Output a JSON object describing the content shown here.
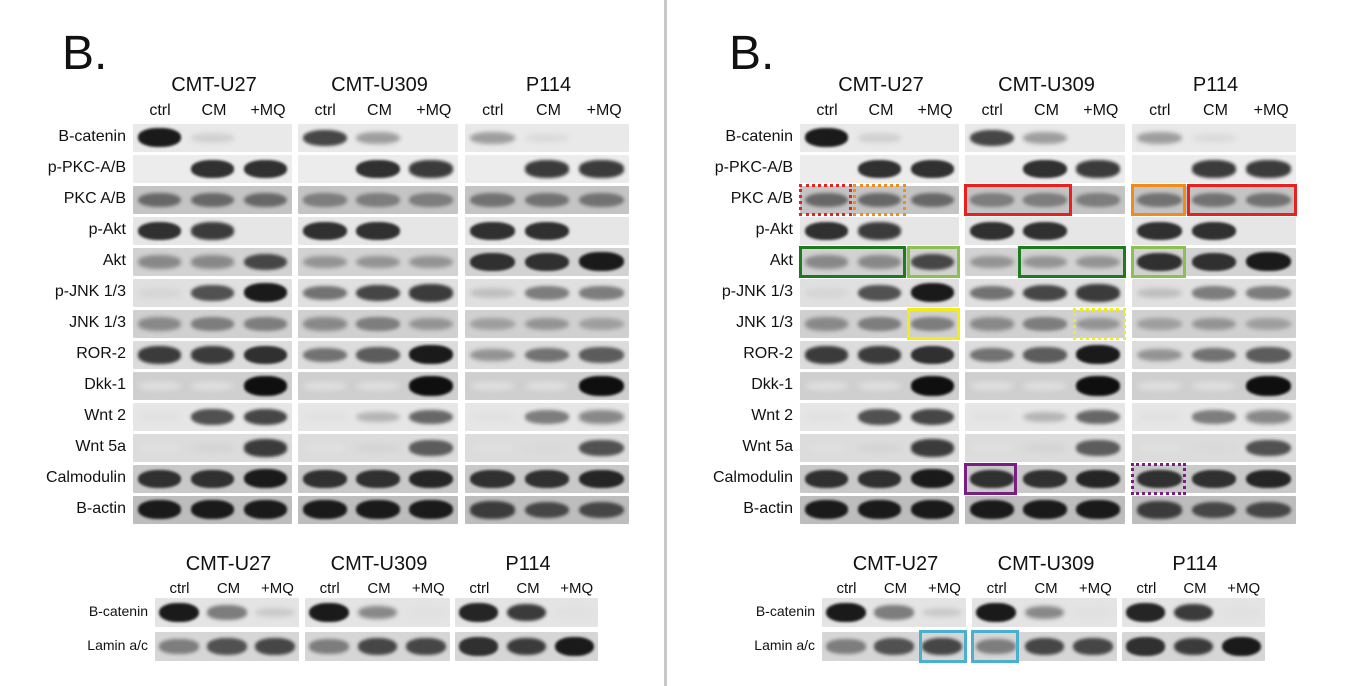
{
  "panel_letter": "B.",
  "cell_lines": [
    "CMT-U27",
    "CMT-U309",
    "P114"
  ],
  "lanes": [
    "ctrl",
    "CM",
    "+MQ"
  ],
  "rows": [
    {
      "label": "B-catenin",
      "bg": "#e9e9e9",
      "bands": [
        [
          0.95,
          0.12,
          0.02
        ],
        [
          0.75,
          0.35,
          0.02
        ],
        [
          0.35,
          0.08,
          0.02
        ]
      ]
    },
    {
      "label": "p-PKC-A/B",
      "bg": "#ececec",
      "bands": [
        [
          0.03,
          0.85,
          0.85
        ],
        [
          0.02,
          0.85,
          0.8
        ],
        [
          0.02,
          0.8,
          0.8
        ]
      ]
    },
    {
      "label": "PKC A/B",
      "bg": "#c4c4c4",
      "bands": [
        [
          0.6,
          0.6,
          0.6
        ],
        [
          0.5,
          0.5,
          0.5
        ],
        [
          0.55,
          0.55,
          0.55
        ]
      ]
    },
    {
      "label": "p-Akt",
      "bg": "#e6e6e6",
      "bands": [
        [
          0.85,
          0.8,
          0.03
        ],
        [
          0.85,
          0.85,
          0.03
        ],
        [
          0.85,
          0.85,
          0.03
        ]
      ]
    },
    {
      "label": "Akt",
      "bg": "#d2d2d2",
      "bands": [
        [
          0.45,
          0.45,
          0.75
        ],
        [
          0.4,
          0.4,
          0.4
        ],
        [
          0.85,
          0.85,
          0.95
        ]
      ]
    },
    {
      "label": "p-JNK 1/3",
      "bg": "#e0e0e0",
      "bands": [
        [
          0.1,
          0.7,
          0.95
        ],
        [
          0.55,
          0.75,
          0.8
        ],
        [
          0.2,
          0.5,
          0.5
        ]
      ]
    },
    {
      "label": "JNK 1/3",
      "bg": "#d0d0d0",
      "bands": [
        [
          0.45,
          0.5,
          0.5
        ],
        [
          0.45,
          0.5,
          0.4
        ],
        [
          0.35,
          0.4,
          0.35
        ]
      ]
    },
    {
      "label": "ROR-2",
      "bg": "#dcdcdc",
      "bands": [
        [
          0.8,
          0.8,
          0.85
        ],
        [
          0.55,
          0.65,
          0.95
        ],
        [
          0.4,
          0.55,
          0.65
        ]
      ]
    },
    {
      "label": "Dkk-1",
      "bg": "#cfcfcf",
      "bands": [
        [
          0.05,
          0.05,
          1.0
        ],
        [
          0.05,
          0.05,
          1.0
        ],
        [
          0.05,
          0.05,
          1.0
        ]
      ]
    },
    {
      "label": "Wnt 2",
      "bg": "#e6e6e6",
      "bands": [
        [
          0.05,
          0.7,
          0.75
        ],
        [
          0.05,
          0.25,
          0.6
        ],
        [
          0.05,
          0.5,
          0.45
        ]
      ]
    },
    {
      "label": "Wnt 5a",
      "bg": "#dcdcdc",
      "bands": [
        [
          0.05,
          0.1,
          0.8
        ],
        [
          0.05,
          0.1,
          0.65
        ],
        [
          0.05,
          0.08,
          0.7
        ]
      ]
    },
    {
      "label": "Calmodulin",
      "bg": "#c9c9c9",
      "bands": [
        [
          0.85,
          0.85,
          0.95
        ],
        [
          0.85,
          0.85,
          0.9
        ],
        [
          0.85,
          0.85,
          0.9
        ]
      ]
    },
    {
      "label": "B-actin",
      "bg": "#bdbdbd",
      "bands": [
        [
          0.95,
          0.95,
          0.95
        ],
        [
          0.95,
          0.95,
          0.95
        ],
        [
          0.8,
          0.75,
          0.75
        ]
      ]
    }
  ],
  "nuclear_rows": [
    {
      "label": "B-catenin",
      "bg": "#e4e4e4",
      "bands": [
        [
          0.95,
          0.5,
          0.15
        ],
        [
          0.95,
          0.45,
          0.05
        ],
        [
          0.9,
          0.8,
          0.05
        ]
      ]
    },
    {
      "label": "Lamin a/c",
      "bg": "#d6d6d6",
      "bands": [
        [
          0.5,
          0.7,
          0.75
        ],
        [
          0.5,
          0.75,
          0.75
        ],
        [
          0.85,
          0.8,
          0.95
        ]
      ]
    }
  ],
  "colors": {
    "red": "#e8201f",
    "orange": "#f08c1e",
    "dark_green": "#1e7a1e",
    "light_green": "#8cc050",
    "yellow": "#f2ec1a",
    "purple": "#7a1e82",
    "light_blue": "#4ab0d0",
    "divider": "#c8c8c8"
  },
  "highlights": [
    {
      "row": 2,
      "group": 0,
      "from": 0,
      "to": 0,
      "color": "red",
      "style": "dotted"
    },
    {
      "row": 2,
      "group": 0,
      "from": 1,
      "to": 1,
      "color": "orange",
      "style": "dotted"
    },
    {
      "row": 2,
      "group": 1,
      "from": 0,
      "to": 1,
      "color": "red",
      "style": "solid"
    },
    {
      "row": 2,
      "group": 2,
      "from": 0,
      "to": 0,
      "color": "orange",
      "style": "solid"
    },
    {
      "row": 2,
      "group": 2,
      "from": 1,
      "to": 2,
      "color": "red",
      "style": "solid"
    },
    {
      "row": 4,
      "group": 0,
      "from": 0,
      "to": 1,
      "color": "dark_green",
      "style": "solid"
    },
    {
      "row": 4,
      "group": 0,
      "from": 2,
      "to": 2,
      "color": "light_green",
      "style": "solid"
    },
    {
      "row": 4,
      "group": 1,
      "from": 1,
      "to": 2,
      "color": "dark_green",
      "style": "solid"
    },
    {
      "row": 4,
      "group": 2,
      "from": 0,
      "to": 0,
      "color": "light_green",
      "style": "solid"
    },
    {
      "row": 6,
      "group": 0,
      "from": 2,
      "to": 2,
      "color": "yellow",
      "style": "solid"
    },
    {
      "row": 6,
      "group": 1,
      "from": 2,
      "to": 2,
      "color": "yellow",
      "style": "dotted"
    },
    {
      "row": 11,
      "group": 1,
      "from": 0,
      "to": 0,
      "color": "purple",
      "style": "solid"
    },
    {
      "row": 11,
      "group": 2,
      "from": 0,
      "to": 0,
      "color": "purple",
      "style": "dotted"
    }
  ],
  "nuclear_highlights": [
    {
      "row": 1,
      "group": 0,
      "from": 2,
      "to": 2,
      "color": "light_blue",
      "style": "solid"
    },
    {
      "row": 1,
      "group": 1,
      "from": 0,
      "to": 0,
      "color": "light_blue",
      "style": "solid"
    }
  ]
}
